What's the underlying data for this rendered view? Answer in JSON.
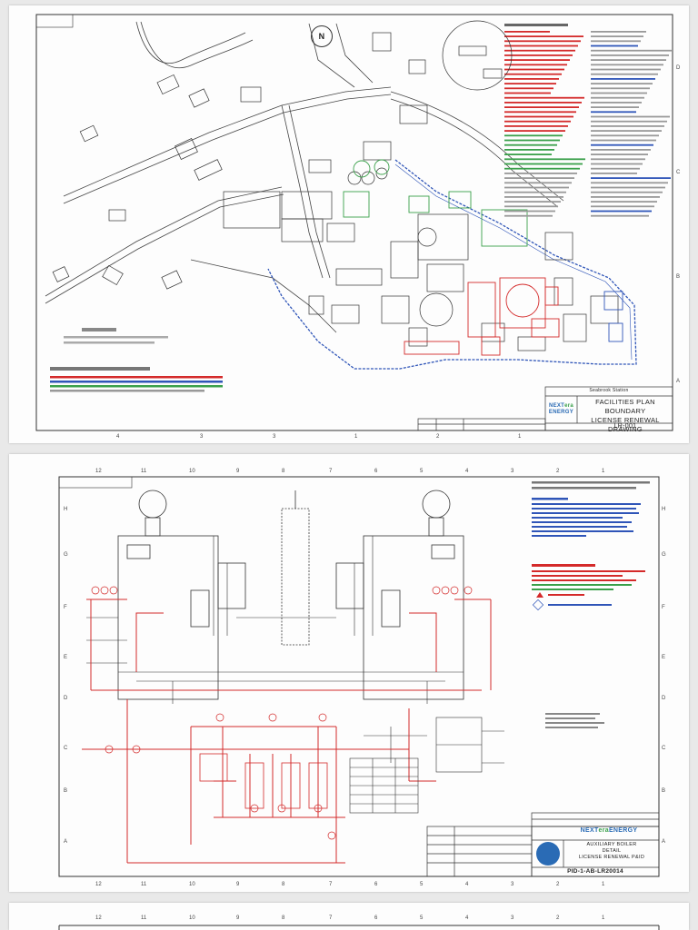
{
  "sheet1": {
    "station_name": "Seabrook Station",
    "logo": {
      "brand_part1": "NEXT",
      "brand_part2": "era",
      "brand_part3": "ENERGY"
    },
    "title_line1": "FACILITIES PLAN BOUNDARY",
    "title_line2": "LICENSE RENEWAL DRAWING",
    "drawing_number": "LR-001",
    "north_arrow_label": "N"
  },
  "sheet2": {
    "logo": {
      "brand_part1": "NEXT",
      "brand_part2": "era",
      "brand_part3": "ENERGY"
    },
    "title_line1": "AUXILIARY BOILER",
    "title_line2": "DETAIL",
    "title_line3": "LICENSE RENEWAL P&ID",
    "drawing_number": "PID-1-AB-LR20014"
  },
  "colors": {
    "paper": "#fdfdfd",
    "background": "#e9e9e9",
    "linework": "#333333",
    "scope_red": "#d42a2a",
    "scope_blue": "#2f55b8",
    "scope_green": "#3aa04a",
    "logo_blue": "#2a6bb5"
  },
  "icons": [
    "north-arrow-icon",
    "nextera-logo-icon",
    "company-seal-icon",
    "boiler-drum-icon"
  ]
}
